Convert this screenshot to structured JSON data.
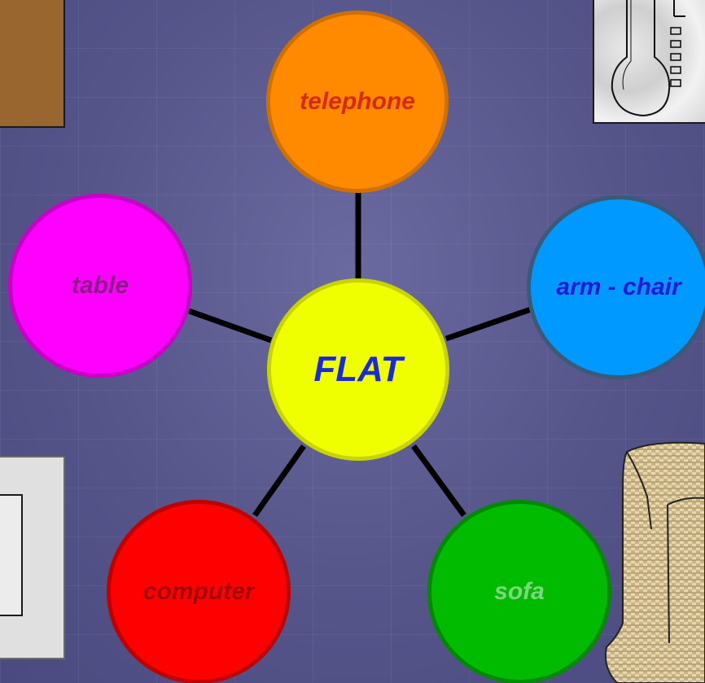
{
  "diagram": {
    "center": {
      "label": "FLAT",
      "color": "#f0ff00"
    },
    "nodes": [
      {
        "id": "telephone",
        "label": "telephone",
        "color": "#ff8a00"
      },
      {
        "id": "table",
        "label": "table",
        "color": "#ff00ff"
      },
      {
        "id": "armchair",
        "label": "arm - chair",
        "color": "#0099ff"
      },
      {
        "id": "computer",
        "label": "computer",
        "color": "#ff0000"
      },
      {
        "id": "sofa",
        "label": "sofa",
        "color": "#00bb00"
      }
    ],
    "connector_color": "#000000"
  },
  "decorations": [
    {
      "name": "wood-panel-picture"
    },
    {
      "name": "thermometer-picture"
    },
    {
      "name": "frame-picture"
    },
    {
      "name": "armchair-picture"
    }
  ]
}
